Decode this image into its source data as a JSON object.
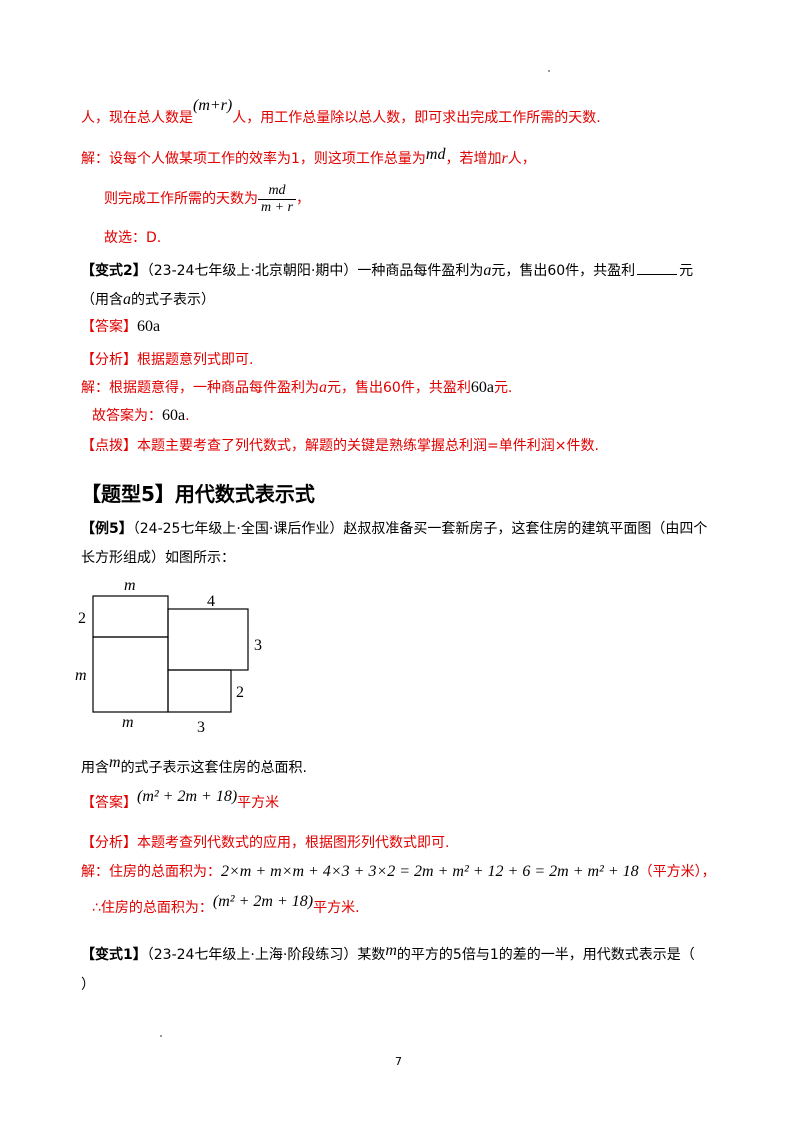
{
  "lines": {
    "l1a": "人，现在总人数是",
    "l1m": "(m+r)",
    "l1b": "人，用工作总量除以总人数，即可求出完成工作所需的天数.",
    "l2a": "解：设每个人做某项工作的效率为1，则这项工作总量为",
    "l2m": "md",
    "l2b": "，若增加",
    "l2r": "r",
    "l2c": "人，",
    "l3a": "则完成工作所需的天数为",
    "l3num": "md",
    "l3den": "m + r",
    "l3b": "，",
    "l4": "故选：D.",
    "v2tag": "【变式2】",
    "v2src": "（23-24七年级上·北京朝阳·期中）一种商品每件盈利为",
    "v2a": "a",
    "v2b": "元，售出60件，共盈利",
    "v2c": "元",
    "v2d1": "（用含",
    "v2d2": "a",
    "v2d3": "的式子表示）",
    "ans_tag": "【答案】",
    "ans_val": "60a",
    "ana_tag": "【分析】",
    "ana_text": "根据题意列式即可.",
    "sol_a": "解：根据题意得，一种商品每件盈利为",
    "sol_av": "a",
    "sol_b": "元，售出60件，共盈利",
    "sol_m": "60a",
    "sol_c": "元.",
    "fin_a": "故答案为：",
    "fin_m": "60a",
    "fin_b": ".",
    "tip_tag": "【点拨】",
    "tip_text": "本题主要考查了列代数式，解题的关键是熟练掌握总利润=单件利润×件数."
  },
  "section_heading": "【题型5】用代数式表示式",
  "ex5": {
    "tag": "【例5】",
    "text1": "（24-25七年级上·全国·课后作业）赵叔叔准备买一套新房子，这套住房的建筑平面图（由四个",
    "text2": "长方形组成）如图所示：",
    "q_a": "用含",
    "q_m": "m",
    "q_b": "的式子表示这套住房的总面积.",
    "ans_tag": "【答案】",
    "ans_math": "(m² + 2m + 18)",
    "ans_unit": "平方米",
    "ana_tag": "【分析】",
    "ana_text": "本题考查列代数式的应用，根据图形列代数式即可.",
    "sol_a": "解：住房的总面积为：",
    "sol_math": "2×m + m×m + 4×3 + 3×2 = 2m + m² + 12 + 6 = 2m + m² + 18",
    "sol_b": "（平方米），",
    "fin_a": "∴住房的总面积为：",
    "fin_math": "(m² + 2m + 18)",
    "fin_b": "平方米."
  },
  "figure": {
    "labels": {
      "top_m": "m",
      "top_4": "4",
      "left_2": "2",
      "left_m": "m",
      "right_3": "3",
      "right_2": "2",
      "bottom_m": "m",
      "bottom_3": "3"
    }
  },
  "v1": {
    "tag": "【变式1】",
    "text_a": "（23-24七年级上·上海·阶段练习）某数",
    "text_m": "m",
    "text_b": "的平方的5倍与1的差的一半，用代数式表示是（",
    "text_c": "）"
  },
  "page_number": "7"
}
